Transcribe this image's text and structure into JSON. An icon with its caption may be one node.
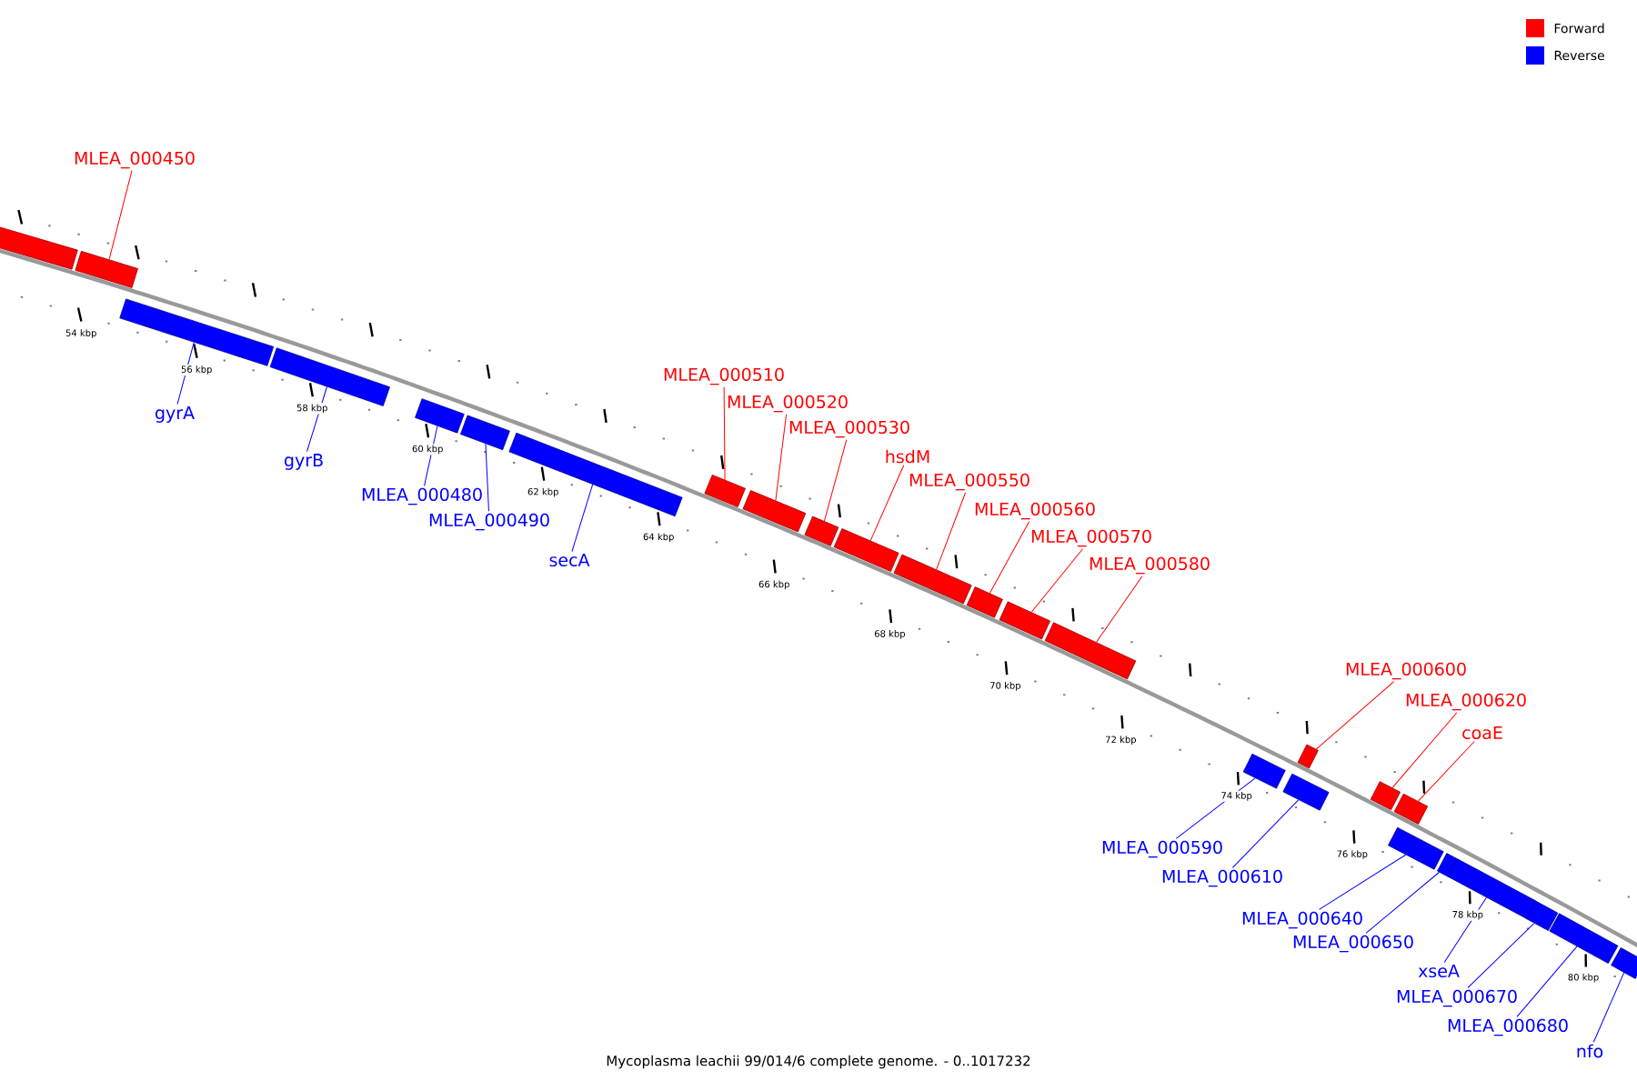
{
  "diagram": {
    "caption": "Mycoplasma leachii 99/014/6 complete genome. - 0..1017232",
    "nodes": [
      {
        "text": [],
        "shape": "box"
      },
      {
        "text": [
          "MLEA_000450"
        ]
      },
      {
        "text": [],
        "shape": "box"
      },
      {
        "text": [
          "gyrA"
        ]
      },
      {
        "text": [],
        "shape": "box"
      },
      {
        "text": [
          "gyrB"
        ]
      },
      {
        "text": [],
        "shape": "box"
      },
      {
        "text": [
          "MLEA_000480"
        ]
      },
      {
        "text": [],
        "shape": "box"
      },
      {
        "text": [
          "MLEA_000490"
        ]
      },
      {
        "text": [],
        "shape": "box"
      },
      {
        "text": [
          "secA"
        ]
      },
      {
        "text": [],
        "shape": "box"
      },
      {
        "text": [
          "MLEA_000510"
        ]
      },
      {
        "text": [],
        "shape": "box"
      },
      {
        "text": [
          "MLEA_000520"
        ]
      },
      {
        "text": [],
        "shape": "box"
      },
      {
        "text": [
          "MLEA_000530"
        ]
      },
      {
        "text": [],
        "shape": "box"
      },
      {
        "text": [
          "hsdM"
        ]
      },
      {
        "text": [],
        "shape": "box"
      },
      {
        "text": [
          "MLEA_000550"
        ]
      },
      {
        "text": [],
        "shape": "box"
      },
      {
        "text": [
          "MLEA_000560"
        ]
      },
      {
        "text": [],
        "shape": "box"
      },
      {
        "text": [
          "MLEA_000570"
        ]
      },
      {
        "text": [],
        "shape": "box"
      },
      {
        "text": [
          "MLEA_000580"
        ]
      },
      {
        "text": [],
        "shape": "box"
      },
      {
        "text": [
          "MLEA_000590"
        ]
      },
      {
        "text": [],
        "shape": "box"
      },
      {
        "text": [
          "MLEA_000600"
        ]
      },
      {
        "text": [],
        "shape": "box"
      },
      {
        "text": [
          "MLEA_000610"
        ]
      },
      {
        "text": [],
        "shape": "box"
      },
      {
        "text": [
          "MLEA_000620"
        ]
      },
      {
        "text": [],
        "shape": "box"
      },
      {
        "text": [
          "coaE"
        ]
      },
      {
        "text": [],
        "shape": "box"
      },
      {
        "text": [
          "MLEA_000640"
        ]
      },
      {
        "text": [],
        "shape": "box"
      },
      {
        "text": [
          "MLEA_000650"
        ]
      },
      {
        "text": [],
        "shape": "box"
      },
      {
        "text": [
          "xseA"
        ]
      },
      {
        "text": [],
        "shape": "box"
      },
      {
        "text": [
          "MLEA_000670"
        ]
      },
      {
        "text": [],
        "shape": "box"
      },
      {
        "text": [
          "MLEA_000680"
        ]
      },
      {
        "text": [],
        "shape": "box"
      },
      {
        "text": [
          "nfo"
        ]
      },
      {
        "text": [],
        "shape": "box"
      }
    ],
    "edges": [
      {
        "from": 1,
        "to": 2,
        "arrow": "none",
        "color": "#ff0000"
      },
      {
        "from": 3,
        "to": 4,
        "arrow": "none"
      },
      {
        "from": 5,
        "to": 6,
        "arrow": "none"
      },
      {
        "from": 7,
        "to": 8,
        "arrow": "none"
      },
      {
        "from": 9,
        "to": 10,
        "arrow": "none"
      },
      {
        "from": 11,
        "to": 12,
        "arrow": "none"
      },
      {
        "from": 13,
        "to": 14,
        "arrow": "none",
        "color": "#ff0000"
      },
      {
        "from": 15,
        "to": 16,
        "arrow": "none",
        "color": "#ff0000"
      },
      {
        "from": 17,
        "to": 18,
        "arrow": "none",
        "color": "#ff0000"
      },
      {
        "from": 19,
        "to": 20,
        "arrow": "none",
        "color": "#ff0000"
      },
      {
        "from": 21,
        "to": 22,
        "arrow": "none",
        "color": "#ff0000"
      },
      {
        "from": 23,
        "to": 24,
        "arrow": "none",
        "color": "#ff0000"
      },
      {
        "from": 25,
        "to": 26,
        "arrow": "none",
        "color": "#ff0000"
      },
      {
        "from": 27,
        "to": 28,
        "arrow": "none",
        "color": "#ff0000"
      },
      {
        "from": 29,
        "to": 30,
        "arrow": "none"
      },
      {
        "from": 31,
        "to": 32,
        "arrow": "none",
        "color": "#ff0000"
      },
      {
        "from": 33,
        "to": 34,
        "arrow": "none"
      },
      {
        "from": 35,
        "to": 36,
        "arrow": "none",
        "color": "#ff0000"
      },
      {
        "from": 37,
        "to": 38,
        "arrow": "none",
        "color": "#ff0000"
      },
      {
        "from": 39,
        "to": 40,
        "arrow": "none"
      },
      {
        "from": 41,
        "to": 42,
        "arrow": "none"
      },
      {
        "from": 43,
        "to": 44,
        "arrow": "none"
      },
      {
        "from": 45,
        "to": 46,
        "arrow": "none"
      },
      {
        "from": 47,
        "to": 48,
        "arrow": "none"
      },
      {
        "from": 49,
        "to": 50,
        "arrow": "none"
      }
    ],
    "labels": [
      "54 kbp",
      "56 kbp",
      "58 kbp",
      "60 kbp",
      "62 kbp",
      "64 kbp",
      "66 kbp",
      "68 kbp",
      "70 kbp",
      "72 kbp",
      "74 kbp",
      "76 kbp",
      "78 kbp",
      "80 kbp"
    ],
    "legend": [
      {
        "text": "Forward",
        "color": "#ff0000"
      },
      {
        "text": "Reverse",
        "color": "#0000ff"
      }
    ]
  }
}
